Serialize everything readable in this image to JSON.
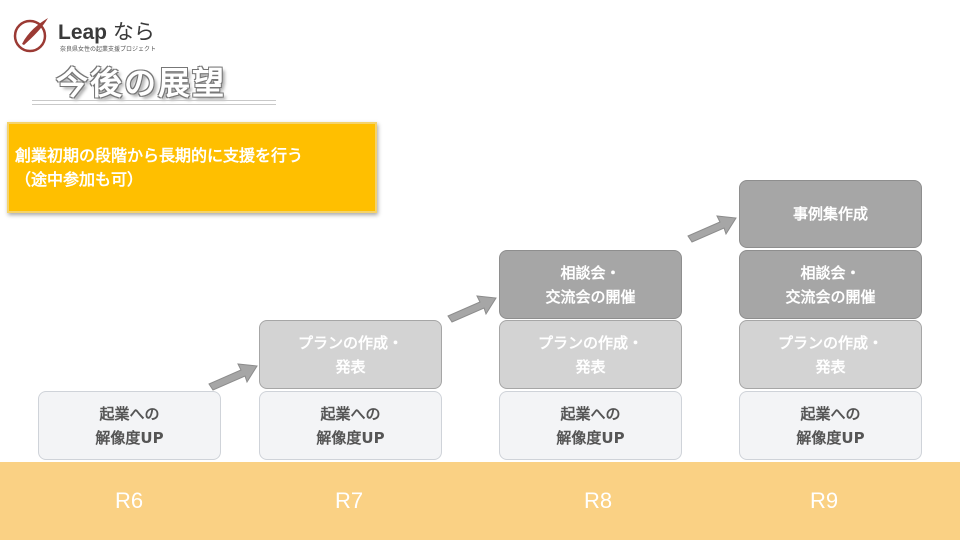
{
  "logo": {
    "name": "Leap",
    "name_suffix": "なら",
    "subtitle": "奈良県女性の起業支援プロジェクト"
  },
  "page_title": "今後の展望",
  "callout": {
    "line1": "創業初期の段階から長期的に支援を行う",
    "line2": "（途中参加も可）"
  },
  "stages": [
    {
      "year": "R6",
      "boxes": [
        {
          "line1": "起業への",
          "line2": "解像度UP"
        }
      ]
    },
    {
      "year": "R7",
      "boxes": [
        {
          "line1": "起業への",
          "line2": "解像度UP"
        },
        {
          "line1": "プランの作成・",
          "line2": "発表"
        }
      ]
    },
    {
      "year": "R8",
      "boxes": [
        {
          "line1": "起業への",
          "line2": "解像度UP"
        },
        {
          "line1": "プランの作成・",
          "line2": "発表"
        },
        {
          "line1": "相談会・",
          "line2": "交流会の開催"
        }
      ]
    },
    {
      "year": "R9",
      "boxes": [
        {
          "line1": "起業への",
          "line2": "解像度UP"
        },
        {
          "line1": "プランの作成・",
          "line2": "発表"
        },
        {
          "line1": "相談会・",
          "line2": "交流会の開催"
        },
        {
          "line1": "事例集作成"
        }
      ]
    }
  ],
  "colors": {
    "callout": "#ffbf00",
    "year_band": "#fad184",
    "box_light": "#f3f4f6",
    "box_mid": "#d3d3d3",
    "box_dark": "#a6a6a6",
    "arrow": "#a6a6a6"
  }
}
